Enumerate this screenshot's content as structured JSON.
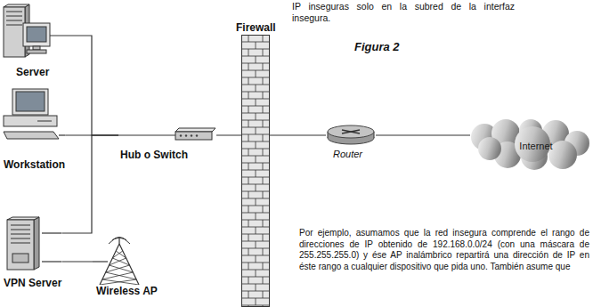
{
  "diagram": {
    "nodes": [
      {
        "text": [
          "Server"
        ]
      },
      {
        "text": [
          "Workstation"
        ]
      },
      {
        "text": [
          "Hub o Switch"
        ]
      },
      {
        "text": [
          "Firewall"
        ]
      },
      {
        "text": [
          "Router"
        ]
      },
      {
        "text": [
          "Internet"
        ]
      },
      {
        "text": [
          "VPN Server"
        ]
      },
      {
        "text": [
          "Wireless AP"
        ]
      }
    ],
    "edges": [
      {
        "from": 0,
        "to": 2,
        "arrow": "none"
      },
      {
        "from": 1,
        "to": 2,
        "arrow": "none"
      },
      {
        "from": 6,
        "to": 2,
        "arrow": "none"
      },
      {
        "from": 6,
        "to": 7,
        "arrow": "none"
      },
      {
        "from": 2,
        "to": 4,
        "arrow": "none"
      },
      {
        "from": 4,
        "to": 5,
        "arrow": "none"
      }
    ],
    "labels": [
      "IP inseguras solo en la subred de la interfaz insegura.",
      "Figura 2",
      "Por ejemplo, asumamos que la red insegura comprende el rango de direcciones de IP obtenido de 192.168.0.0/24 (con una máscara de 255.255.255.0) y ése AP inalámbrico repartirá una dirección de IP en éste rango a cualquier dispositivo que pida uno. También asume que"
    ]
  }
}
